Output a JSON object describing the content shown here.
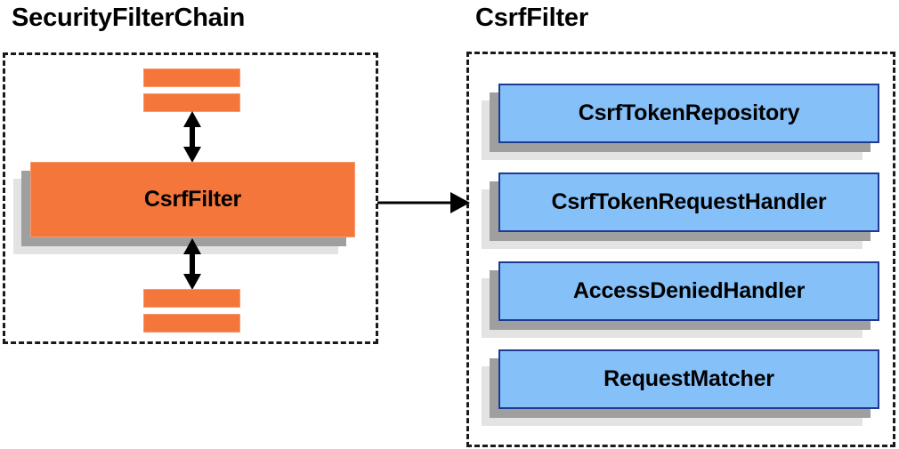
{
  "diagram": {
    "type": "component-diagram",
    "background_color": "#ffffff",
    "palette": {
      "orange_fill": "#f4763b",
      "orange_border": "#f79a6d",
      "blue_fill": "#85c0f9",
      "blue_border": "#1f3a93",
      "shadow_mid": "#9f9f9f",
      "shadow_back": "#e3e3e3",
      "dashed_border": "#1a1a1a",
      "text": "#000000"
    },
    "panels": [
      {
        "id": "security-filter-chain",
        "title": "SecurityFilterChain",
        "border_style": "dashed",
        "filters_above": [
          "",
          ""
        ],
        "highlighted_component": "CsrfFilter",
        "filters_below": [
          "",
          ""
        ],
        "connectors": [
          {
            "from": "filters-above",
            "to": "CsrfFilter",
            "style": "double-arrow-vertical"
          },
          {
            "from": "CsrfFilter",
            "to": "filters-below",
            "style": "double-arrow-vertical"
          }
        ]
      },
      {
        "id": "csrf-filter",
        "title": "CsrfFilter",
        "border_style": "dashed",
        "collaborators": [
          "CsrfTokenRepository",
          "CsrfTokenRequestHandler",
          "AccessDeniedHandler",
          "RequestMatcher"
        ]
      }
    ],
    "cross_panel_connector": {
      "from": "CsrfFilter",
      "to": "csrf-filter-panel",
      "style": "single-arrow-right"
    }
  }
}
